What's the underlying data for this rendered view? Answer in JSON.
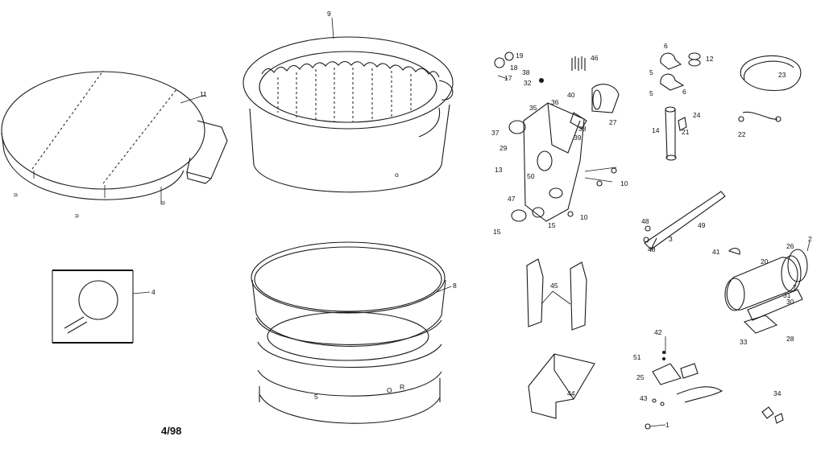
{
  "diagram": {
    "labels": {
      "p1": "1",
      "p2": "2",
      "p3": "3",
      "p4": "4",
      "p5a": "5",
      "p5b": "5",
      "p6a": "6",
      "p6b": "6",
      "p8": "8",
      "p9": "9",
      "p10a": "10",
      "p10b": "10",
      "p11": "11",
      "p12": "12",
      "p13": "13",
      "p14": "14",
      "p15a": "15",
      "p15b": "15",
      "p17": "17",
      "p18": "18",
      "p19": "19",
      "p20": "20",
      "p21": "21",
      "p22": "22",
      "p23": "23",
      "p24": "24",
      "p25": "25",
      "p26": "26",
      "p27": "27",
      "p28": "28",
      "p29": "29",
      "p30": "30",
      "p31": "31",
      "p32": "32",
      "p33": "33",
      "p34": "34",
      "p35": "35",
      "p36": "36",
      "p37": "37",
      "p38a": "38",
      "p38b": "38",
      "p39": "39",
      "p40": "40",
      "p41": "41",
      "p42": "42",
      "p43": "43",
      "p44": "44",
      "p45": "45",
      "p46": "46",
      "p47": "47",
      "p48a": "48",
      "p48b": "48",
      "p49": "49",
      "p50": "50",
      "p51": "51",
      "p7": "7"
    },
    "footer_code": "4/98"
  }
}
